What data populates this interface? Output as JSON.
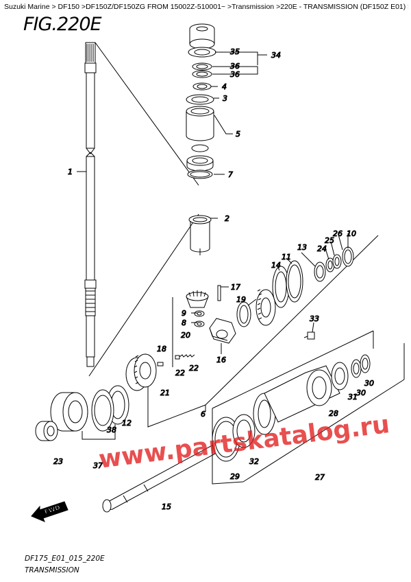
{
  "breadcrumb": {
    "items": [
      "Suzuki Marine",
      "DF150",
      "DF150Z/DF150ZG FROM 15002Z-510001~",
      "Transmission",
      "220E - TRANSMISSION (DF150Z E01)"
    ],
    "separator": " > "
  },
  "figure_title": "FIG.220E",
  "footer": {
    "code": "DF175_E01_015_220E",
    "name": "TRANSMISSION"
  },
  "watermark": "www.partskatalog.ru",
  "fwd_label": "FWD",
  "callouts": [
    "1",
    "2",
    "3",
    "4",
    "5",
    "6",
    "7",
    "8",
    "9",
    "10",
    "11",
    "12",
    "13",
    "14",
    "15",
    "16",
    "17",
    "18",
    "19",
    "20",
    "21",
    "22",
    "22",
    "23",
    "24",
    "25",
    "26",
    "27",
    "28",
    "29",
    "30",
    "30",
    "31",
    "32",
    "33",
    "34",
    "35",
    "36",
    "36",
    "37",
    "38"
  ],
  "colors": {
    "ink": "#000000",
    "watermark": "#e11e1e"
  }
}
